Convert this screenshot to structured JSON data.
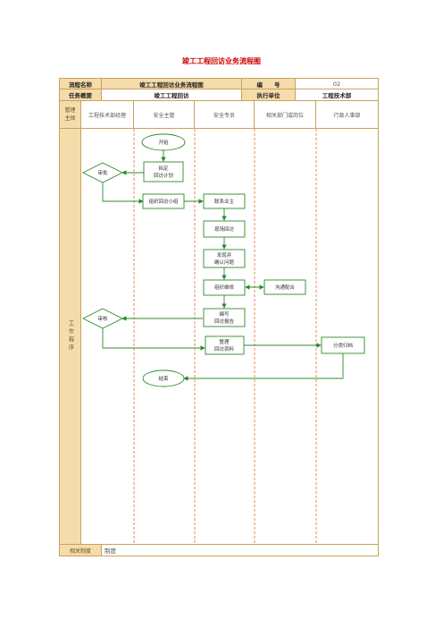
{
  "title": "竣工工程回访业务流程图",
  "header": {
    "process_name_label": "流程名称",
    "process_name_value": "竣工工程回访业务流程图",
    "number_label": "编　　号",
    "number_value": "02",
    "task_label": "任务概要",
    "task_value": "竣工工程回访",
    "exec_unit_label": "执行单位",
    "exec_unit_value": "工程技术部"
  },
  "lanes": {
    "subject_label": "管理主体",
    "items": [
      "工程技术部经理",
      "安全主管",
      "安全专员",
      "相关部门或岗位",
      "行政人事部"
    ]
  },
  "work_label": "工作程序",
  "footer": {
    "label": "相关制度",
    "value": "制度"
  },
  "nodes": {
    "start": "开始",
    "plan": [
      "拟定",
      "回访计划"
    ],
    "approve1": "审批",
    "team": "组织回访小组",
    "contact": "联系业主",
    "visit": "现场回访",
    "find": [
      "发现并",
      "确认问题"
    ],
    "repair": "组织维修",
    "coordinate": "沟通配合",
    "report": [
      "编写",
      "回访报告"
    ],
    "approve2": "审核",
    "organize": [
      "整理",
      "回访资料"
    ],
    "archive": "分类归档",
    "end": "结束"
  },
  "colors": {
    "header_bg": "#f5dcab",
    "border": "#c9a25a",
    "lane_divider": "#e07030",
    "node_stroke": "#2e8b2e",
    "title": "#cc0000"
  }
}
